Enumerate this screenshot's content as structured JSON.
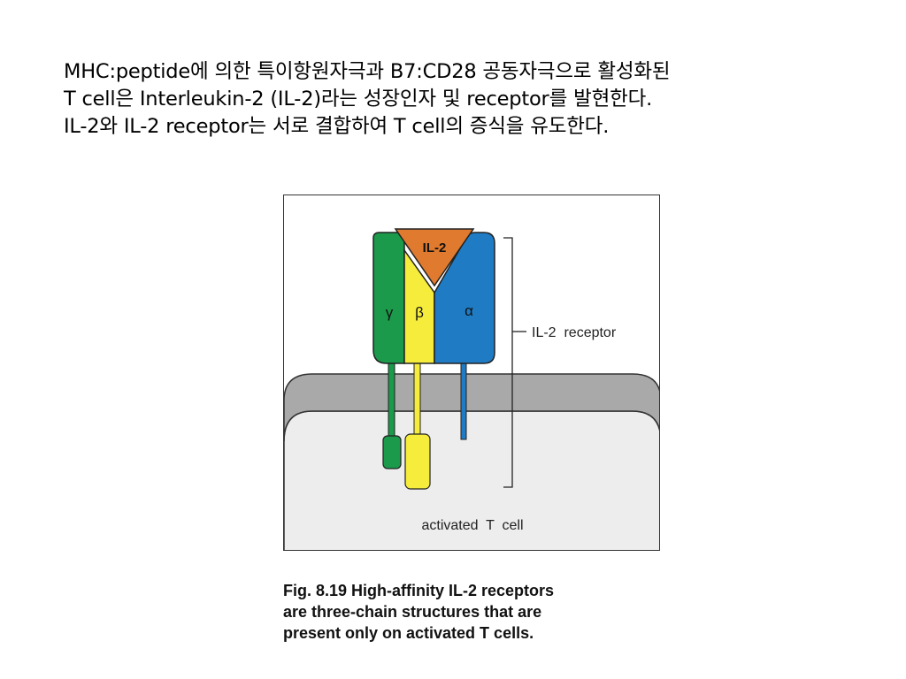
{
  "intro": {
    "lines": [
      "MHC:peptide에 의한 특이항원자극과 B7:CD28 공동자극으로 활성화된",
      "T cell은 Interleukin-2 (IL-2)라는 성장인자 및 receptor를 발현한다.",
      "IL-2와 IL-2 receptor는 서로 결합하여 T cell의 증식을 유도한다."
    ]
  },
  "figure": {
    "ligand_label": "IL-2",
    "chain_labels": {
      "gamma": "γ",
      "beta": "β",
      "alpha": "α"
    },
    "receptor_label": "IL-2  receptor",
    "cell_label": "activated  T  cell",
    "colors": {
      "gamma": "#1a9a4a",
      "beta": "#f5ec3c",
      "alpha": "#1f7cc4",
      "ligand": "#e07a2e",
      "membrane": "#a9a9a9",
      "cytoplasm": "#ededed"
    }
  },
  "caption": {
    "lines": [
      "Fig. 8.19 High-affinity IL-2 receptors",
      "are three-chain structures that are",
      "present only on activated T cells."
    ]
  }
}
